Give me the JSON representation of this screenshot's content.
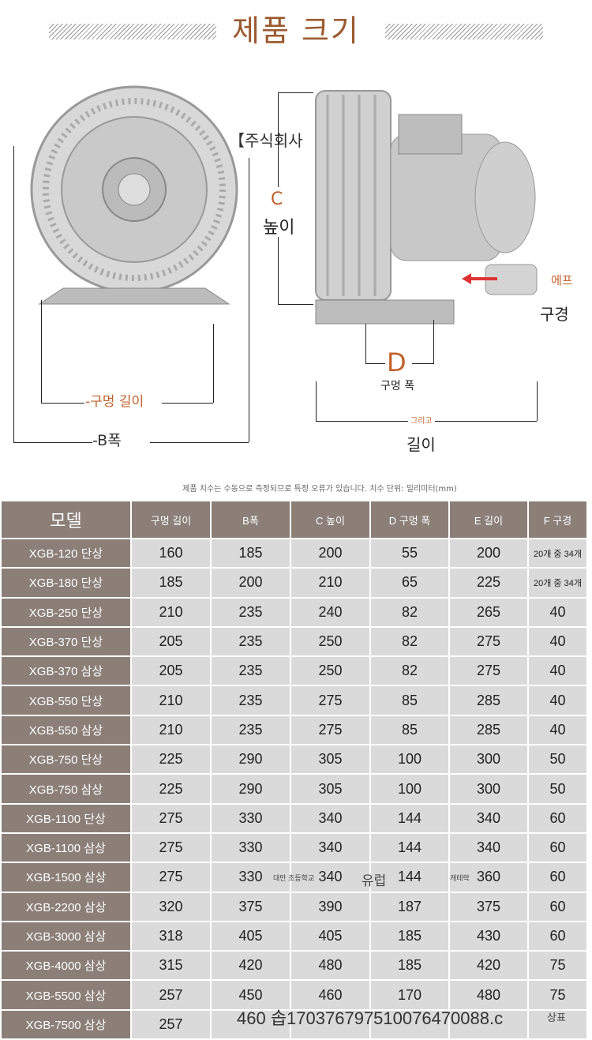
{
  "title": "제품 크기",
  "diagram": {
    "company": "【주식회사",
    "c_letter": "C",
    "height_label": "높이",
    "f_label": "에프",
    "caliber_label": "구경",
    "d_letter": "D",
    "hole_width_label": "구멍 폭",
    "and_label": "그리고",
    "length_label": "길이",
    "hole_length_label": "-구멍 길이",
    "b_width_label": "-B폭"
  },
  "note": "제품 치수는 수동으로 측정되므로 특정 오류가 있습니다. 치수 단위: 밀리미터(mm)",
  "table": {
    "headers": [
      "모델",
      "구멍 길이",
      "B폭",
      "C 높이",
      "D 구멍 폭",
      "E 길이",
      "F 구경"
    ],
    "rows": [
      [
        "XGB-120 단상",
        "160",
        "185",
        "200",
        "55",
        "200",
        "20개 중 34개"
      ],
      [
        "XGB-180 단상",
        "185",
        "200",
        "210",
        "65",
        "225",
        "20개 중 34개"
      ],
      [
        "XGB-250 단상",
        "210",
        "235",
        "240",
        "82",
        "265",
        "40"
      ],
      [
        "XGB-370 단상",
        "205",
        "235",
        "250",
        "82",
        "275",
        "40"
      ],
      [
        "XGB-370 삼상",
        "205",
        "235",
        "250",
        "82",
        "275",
        "40"
      ],
      [
        "XGB-550 단상",
        "210",
        "235",
        "275",
        "85",
        "285",
        "40"
      ],
      [
        "XGB-550 삼상",
        "210",
        "235",
        "275",
        "85",
        "285",
        "40"
      ],
      [
        "XGB-750 단상",
        "225",
        "290",
        "305",
        "100",
        "300",
        "50"
      ],
      [
        "XGB-750 삼상",
        "225",
        "290",
        "305",
        "100",
        "300",
        "50"
      ],
      [
        "XGB-1100 단상",
        "275",
        "330",
        "340",
        "144",
        "340",
        "60"
      ],
      [
        "XGB-1100 삼상",
        "275",
        "330",
        "340",
        "144",
        "340",
        "60"
      ],
      [
        "XGB-1500 삼상",
        "275",
        "330",
        "340",
        "144",
        "360",
        "60"
      ],
      [
        "XGB-2200 삼상",
        "320",
        "375",
        "390",
        "187",
        "375",
        "60"
      ],
      [
        "XGB-3000 삼상",
        "318",
        "405",
        "405",
        "185",
        "430",
        "60"
      ],
      [
        "XGB-4000 삼상",
        "315",
        "420",
        "480",
        "185",
        "420",
        "75"
      ],
      [
        "XGB-5500 삼상",
        "257",
        "450",
        "460",
        "170",
        "480",
        "75"
      ],
      [
        "XGB-7500 삼상",
        "257",
        "",
        "",
        "",
        "",
        ""
      ]
    ]
  },
  "overlay": {
    "school": "대만 초등학교",
    "europe": "유럽",
    "kateraku": "캐테락",
    "last_row_text": "460 솝17037679751007647008​8.c",
    "trademark": "상표"
  }
}
